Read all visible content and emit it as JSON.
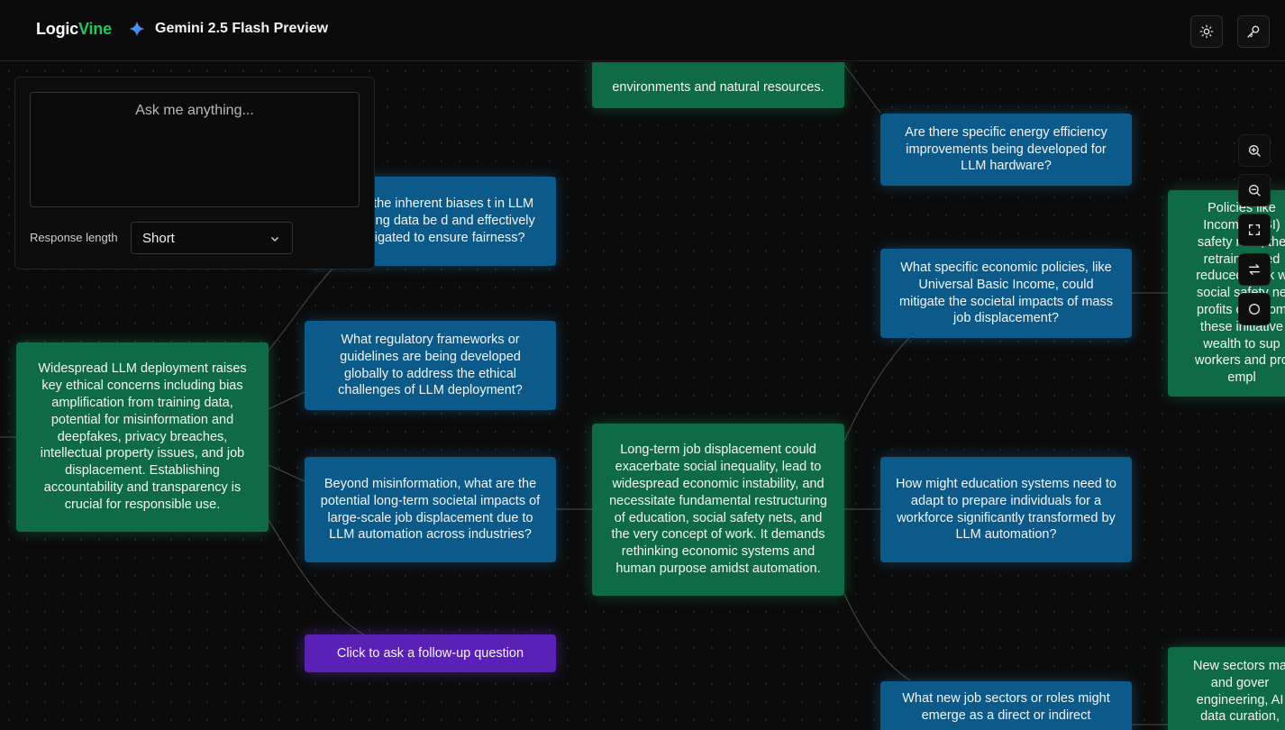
{
  "header": {
    "brand_logic": "Logic",
    "brand_vine": "Vine",
    "model_name": "Gemini 2.5 Flash Preview",
    "theme_icon": "sun-icon",
    "key_icon": "key-icon"
  },
  "ask_panel": {
    "placeholder": "Ask me anything...",
    "response_length_label": "Response length",
    "response_length_value": "Short"
  },
  "nodes": {
    "env_resources": "environments and natural resources.",
    "energy_efficiency": "Are there specific energy efficiency improvements being developed for LLM hardware?",
    "biases": "can the inherent biases t in LLM training data be d and effectively mitigated to ensure fairness?",
    "policies_partial": "Policies like Income (UBI) safety nets, the retraining, ed reduced work w social safety ne profits of autom these initiative wealth to sup workers and pro empl",
    "economic_policies": "What specific economic policies, like Universal Basic Income, could mitigate the societal impacts of mass job displacement?",
    "regulatory": "What regulatory frameworks or guidelines are being developed globally to address the ethical challenges of LLM deployment?",
    "ethical_concerns": "Widespread LLM deployment raises key ethical concerns including bias amplification from training data, potential for misinformation and deepfakes, privacy breaches, intellectual property issues, and job displacement. Establishing accountability and transparency is crucial for responsible use.",
    "long_term_impacts": "Beyond misinformation, what are the potential long-term societal impacts of large-scale job displacement due to LLM automation across industries?",
    "job_displacement": "Long-term job displacement could exacerbate social inequality, lead to widespread economic instability, and necessitate fundamental restructuring of education, social safety nets, and the very concept of work. It demands rethinking economic systems and human purpose amidst automation.",
    "education_systems": "How might education systems need to adapt to prepare individuals for a workforce significantly transformed by LLM automation?",
    "follow_up": "Click to ask a follow-up question",
    "new_sectors_partial": "New sectors ma and gover engineering, AI data curation,",
    "new_jobs": "What new job sectors or roles might emerge as a direct or indirect"
  },
  "colors": {
    "accent_green": "#22c55e",
    "answer_node": "#0f6b45",
    "question_node": "#0b5a8a",
    "followup_node": "#5b21b6"
  },
  "zoom_controls": [
    "zoom-in-icon",
    "zoom-out-icon",
    "fit-view-icon",
    "swap-layout-icon",
    "circle-icon"
  ]
}
